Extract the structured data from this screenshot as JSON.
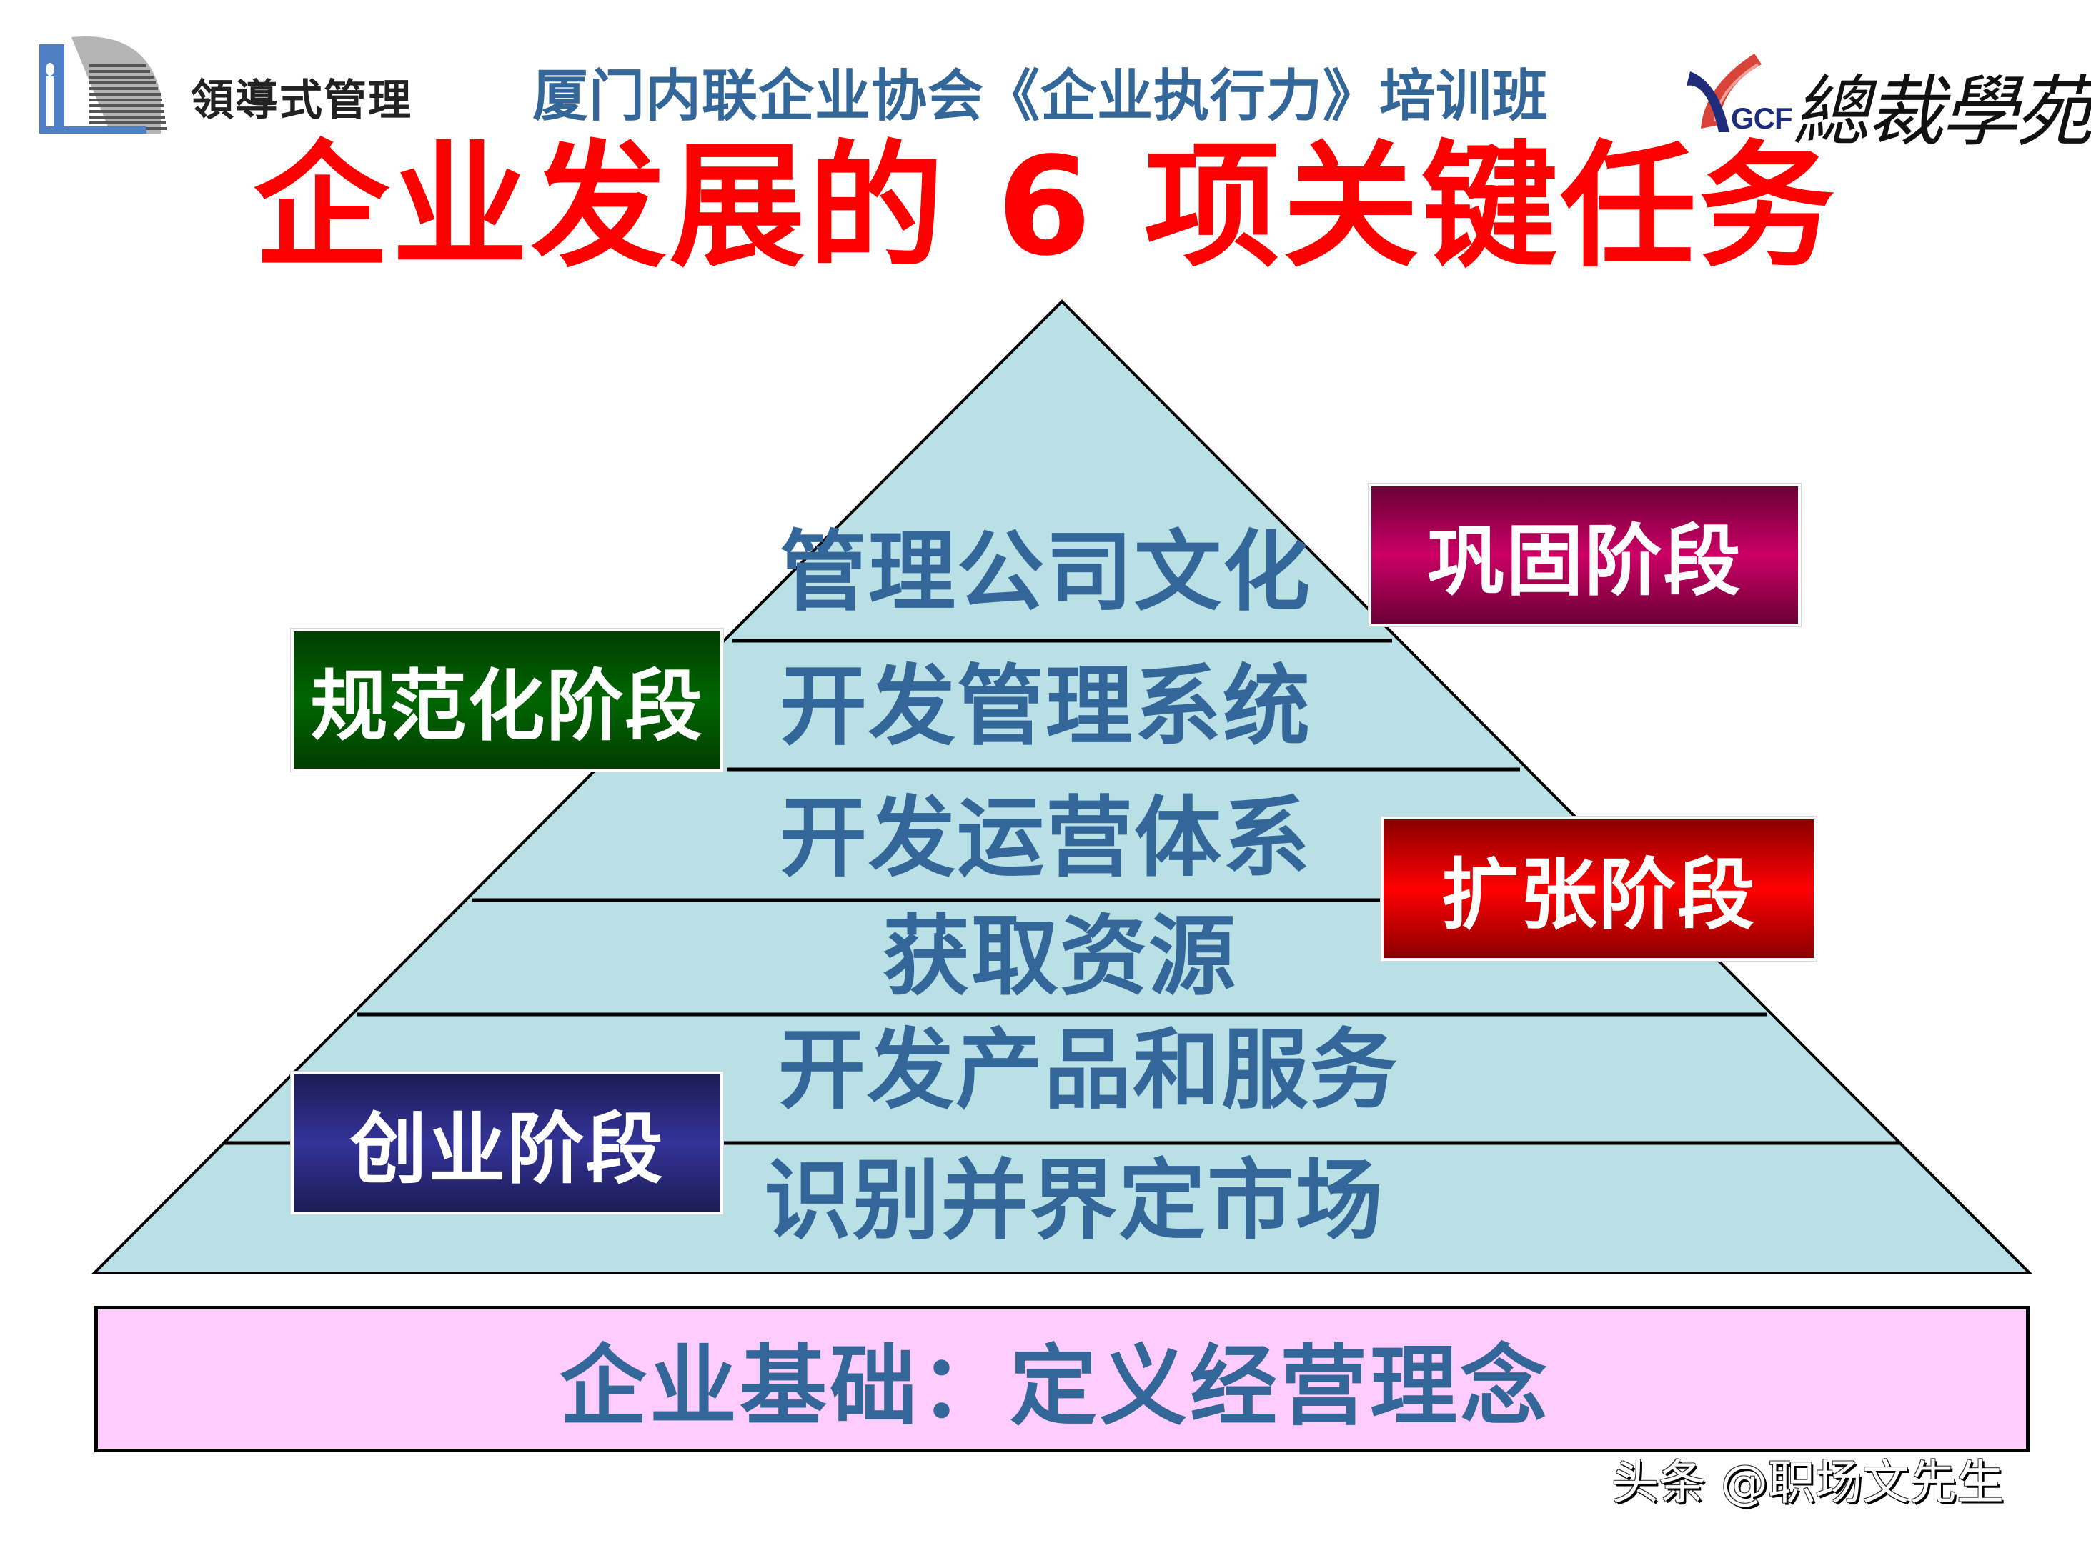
{
  "header": {
    "left_logo": {
      "icon": "leadership-m-logo-icon",
      "text": "領導式管理"
    },
    "course_title": "厦门内联企业协会《企业执行力》培训班",
    "right_logo": {
      "icon": "gcf-arrow-logo-icon",
      "brand": "GCF",
      "text": "總裁學苑"
    }
  },
  "main_title": "企业发展的 6 项关键任务",
  "pyramid": {
    "fill_color": "#b9e0e4",
    "text_color": "#336699",
    "tasks": [
      {
        "label": "管理公司文化",
        "level": 6
      },
      {
        "label": "开发管理系统",
        "level": 5
      },
      {
        "label": "开发运营体系",
        "level": 4
      },
      {
        "label": "获取资源",
        "level": 3
      },
      {
        "label": "开发产品和服务",
        "level": 2
      },
      {
        "label": "识别并界定市场",
        "level": 1
      }
    ]
  },
  "stages": [
    {
      "label": "巩固阶段",
      "color": "#cc0066"
    },
    {
      "label": "规范化阶段",
      "color": "#006600"
    },
    {
      "label": "扩张阶段",
      "color": "#ff0000"
    },
    {
      "label": "创业阶段",
      "color": "#333399"
    }
  ],
  "foundation": {
    "label": "企业基础：定义经营理念",
    "color": "#ffccff"
  },
  "watermark": "头条 @职场文先生"
}
